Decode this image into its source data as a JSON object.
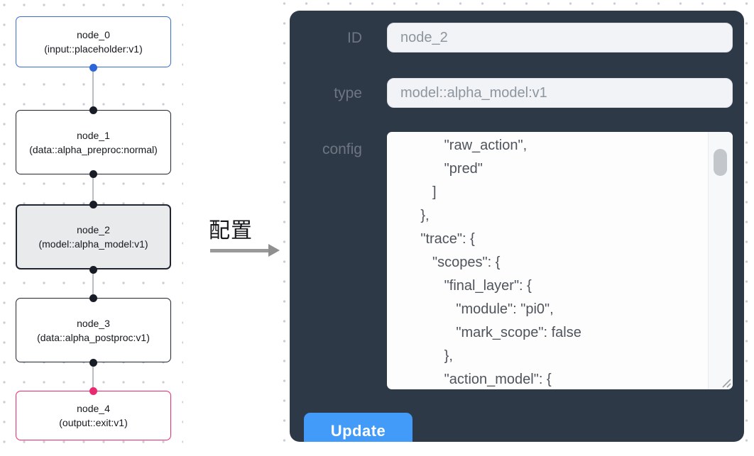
{
  "graph": {
    "nodes": [
      {
        "id": "node_0",
        "title": "node_0",
        "subtitle": "(input::placeholder:v1)",
        "variant": "input"
      },
      {
        "id": "node_1",
        "title": "node_1",
        "subtitle": "(data::alpha_preproc:normal)",
        "variant": "default"
      },
      {
        "id": "node_2",
        "title": "node_2",
        "subtitle": "(model::alpha_model:v1)",
        "variant": "selected"
      },
      {
        "id": "node_3",
        "title": "node_3",
        "subtitle": "(data::alpha_postproc:v1)",
        "variant": "default"
      },
      {
        "id": "node_4",
        "title": "node_4",
        "subtitle": "(output::exit:v1)",
        "variant": "output"
      }
    ]
  },
  "annotation": {
    "label": "配置"
  },
  "panel": {
    "id_field": {
      "label": "ID",
      "value": "node_2"
    },
    "type_field": {
      "label": "type",
      "value": "model::alpha_model:v1"
    },
    "config_field": {
      "label": "config",
      "value": "            \"raw_action\",\n            \"pred\"\n         ]\n      },\n      \"trace\": {\n         \"scopes\": {\n            \"final_layer\": {\n               \"module\": \"pi0\",\n               \"mark_scope\": false\n            },\n            \"action_model\": {"
    },
    "update_button_label": "Update"
  },
  "colors": {
    "panel_background": "#2e3947",
    "accent_button_blue": "#429bf8",
    "input_node_border_blue": "#3a6bd0",
    "output_node_border_pink": "#ea2a70",
    "selected_node_fill": "#e9eaec",
    "default_node_border": "#1f2531",
    "edge_gray": "#b9bec5",
    "dot_grid_gray": "#c9ced6"
  }
}
